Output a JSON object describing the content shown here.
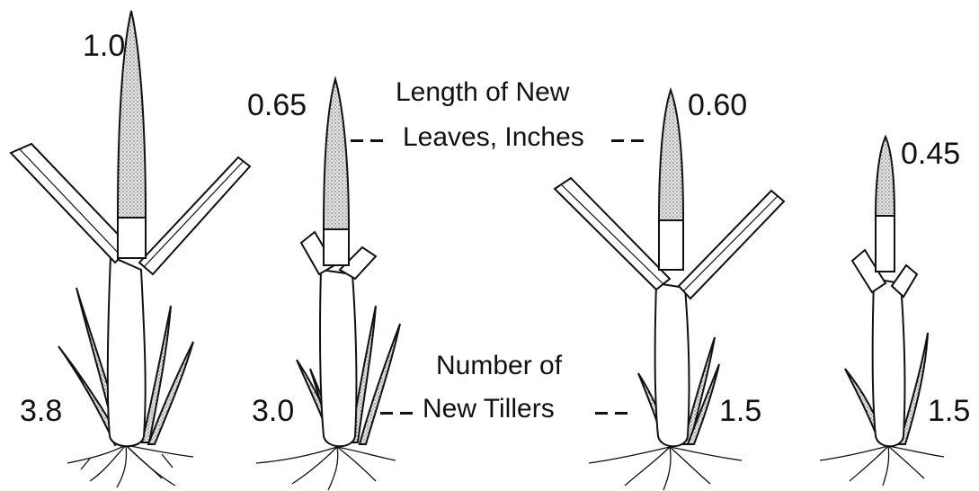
{
  "plants": [
    {
      "leaf_length": "1.0",
      "tillers": "3.8"
    },
    {
      "leaf_length": "0.65",
      "tillers": "3.0"
    },
    {
      "leaf_length": "0.60",
      "tillers": "1.5"
    },
    {
      "leaf_length": "0.45",
      "tillers": "1.5"
    }
  ],
  "captions": {
    "leaf_line1": "Length of New",
    "leaf_line2": "Leaves, Inches",
    "tiller_line1": "Number of",
    "tiller_line2": "New Tillers"
  },
  "colors": {
    "ink": "#111111",
    "stipple": "#b8b8b8",
    "background": "#ffffff"
  }
}
